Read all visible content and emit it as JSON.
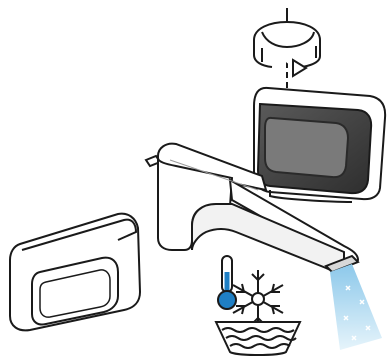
{
  "diagram": {
    "parts": [
      {
        "id": "rotate-arrow",
        "icon": "rotate-arrow-icon"
      },
      {
        "id": "installed-cartridge",
        "icon": "filter-cartridge-icon"
      },
      {
        "id": "faucet-body",
        "icon": "faucet-icon"
      },
      {
        "id": "spare-cartridge",
        "icon": "filter-cartridge-icon"
      },
      {
        "id": "thermometer",
        "icon": "thermometer-icon"
      },
      {
        "id": "snowflake",
        "icon": "snowflake-icon"
      },
      {
        "id": "water-bowl",
        "icon": "water-bowl-icon"
      },
      {
        "id": "cold-water-stream",
        "icon": "water-stream-icon"
      }
    ],
    "colors": {
      "outline": "#1a1a1a",
      "cartridge_dark": "#4a4a4a",
      "cartridge_mid": "#8a8a8a",
      "water_light": "#cfe9f7",
      "water_blue": "#8cc8ea",
      "thermo_blue": "#1f7fc4"
    }
  }
}
